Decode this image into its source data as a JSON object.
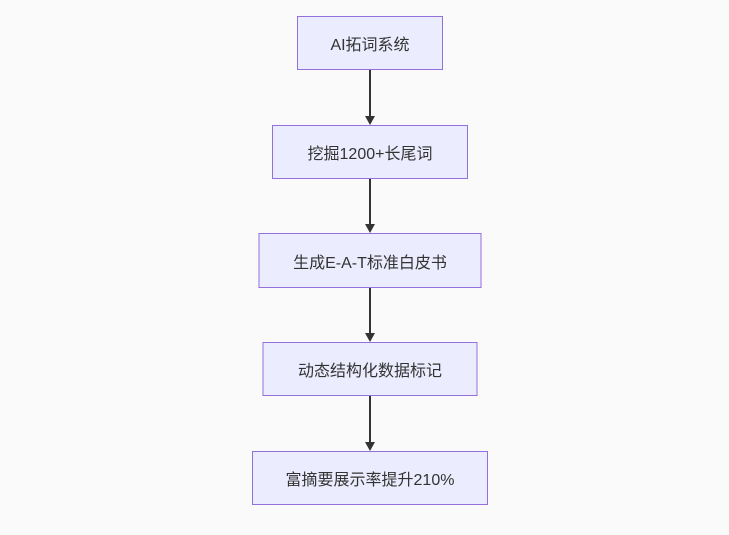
{
  "diagram": {
    "type": "flowchart",
    "direction": "top-down",
    "colors": {
      "background": "#fafafa",
      "node_fill": "#ECECFF",
      "node_border": "#9370DB",
      "node_text": "#333333",
      "arrow": "#333333"
    },
    "nodes": [
      {
        "id": "A",
        "label": "AI拓词系统"
      },
      {
        "id": "B",
        "label": "挖掘1200+长尾词"
      },
      {
        "id": "C",
        "label": "生成E-A-T标准白皮书"
      },
      {
        "id": "D",
        "label": "动态结构化数据标记"
      },
      {
        "id": "E",
        "label": "富摘要展示率提升210%"
      }
    ],
    "edges": [
      {
        "from": "A",
        "to": "B"
      },
      {
        "from": "B",
        "to": "C"
      },
      {
        "from": "C",
        "to": "D"
      },
      {
        "from": "D",
        "to": "E"
      }
    ]
  }
}
